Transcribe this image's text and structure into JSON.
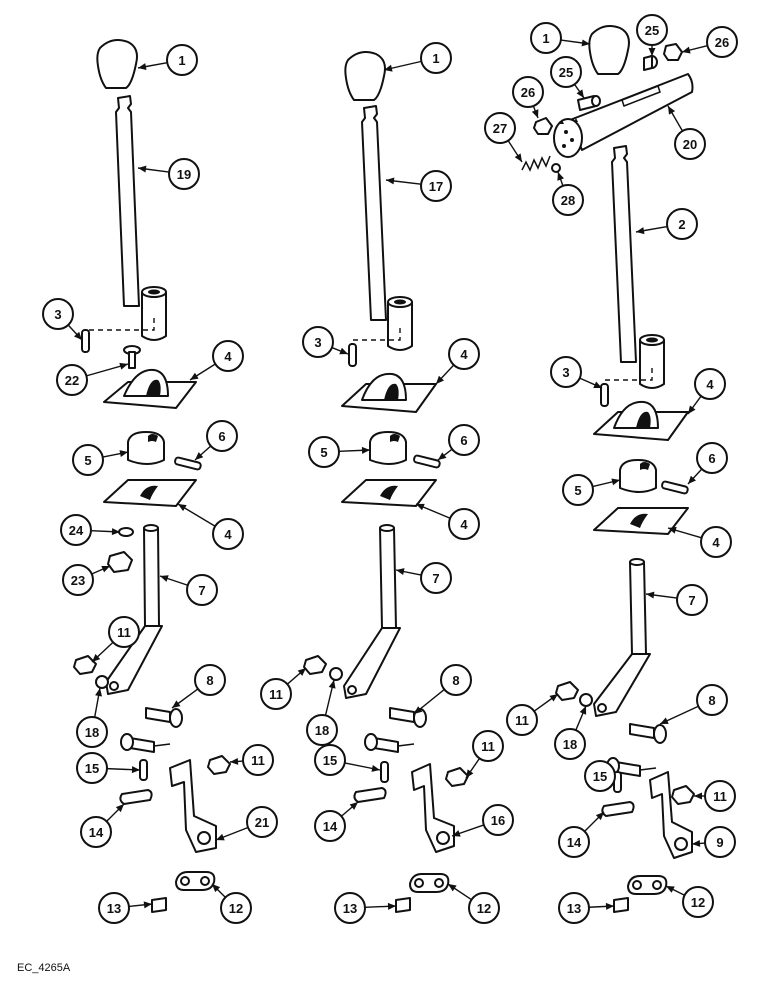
{
  "footer_code": "EC_4265A",
  "assemblies": [
    {
      "id": "left",
      "callouts": [
        "1",
        "19",
        "3",
        "22",
        "4",
        "5",
        "6",
        "4",
        "24",
        "23",
        "7",
        "11",
        "18",
        "8",
        "15",
        "11",
        "14",
        "21",
        "13",
        "12"
      ]
    },
    {
      "id": "middle",
      "callouts": [
        "1",
        "17",
        "3",
        "4",
        "5",
        "6",
        "4",
        "7",
        "11",
        "18",
        "8",
        "15",
        "11",
        "14",
        "16",
        "13",
        "12"
      ]
    },
    {
      "id": "right",
      "callouts": [
        "1",
        "25",
        "26",
        "25",
        "26",
        "27",
        "28",
        "20",
        "2",
        "3",
        "4",
        "5",
        "6",
        "4",
        "7",
        "11",
        "18",
        "8",
        "15",
        "11",
        "14",
        "9",
        "13",
        "12"
      ]
    }
  ]
}
